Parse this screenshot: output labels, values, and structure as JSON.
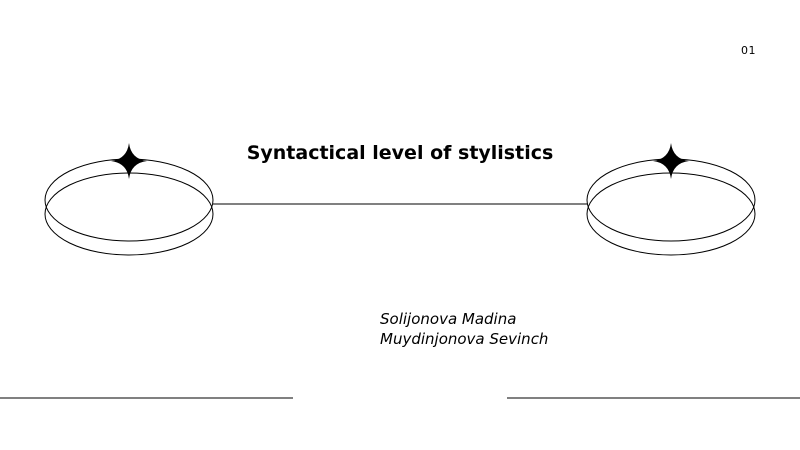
{
  "slide": {
    "page_number": "01",
    "title": "Syntactical level of  stylistics",
    "authors": [
      "Solijonova Madina",
      "Muydinjonova Sevinch"
    ],
    "icons": [
      "ring-with-star-icon-left",
      "ring-with-star-icon-right"
    ],
    "colors": {
      "background": "#ffffff",
      "ink": "#000000"
    }
  }
}
